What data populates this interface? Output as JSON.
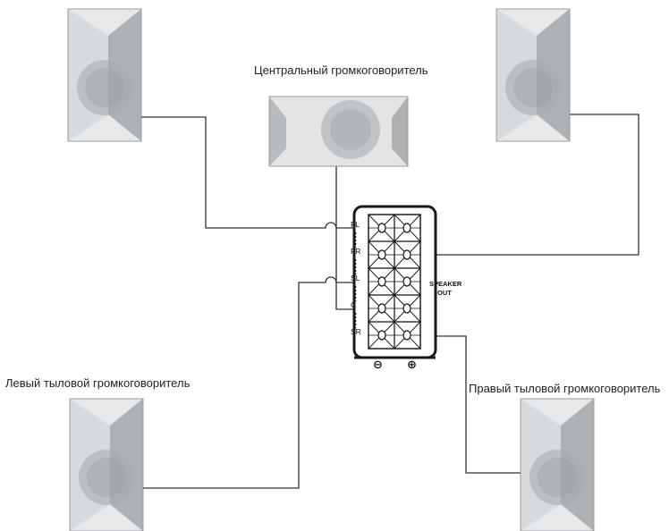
{
  "speakers": {
    "center": {
      "label": "Центральный громкоговоритель"
    },
    "rear_left": {
      "label": "Левый тыловой  громкоговоритель"
    },
    "rear_right": {
      "label": "Правый тыловой громкоговоритель"
    }
  },
  "terminal": {
    "channels": [
      "FL",
      "FR",
      "SL",
      "C",
      "SR"
    ],
    "output_label_line1": "SPEAKER",
    "output_label_line2": "OUT",
    "polarity_negative": "⊖",
    "polarity_positive": "⊕"
  },
  "colors": {
    "wire": "#333333",
    "speaker_light": "#e3e6e8",
    "speaker_shade": "#b4b7ba",
    "speaker_edge": "#9a9da0"
  }
}
